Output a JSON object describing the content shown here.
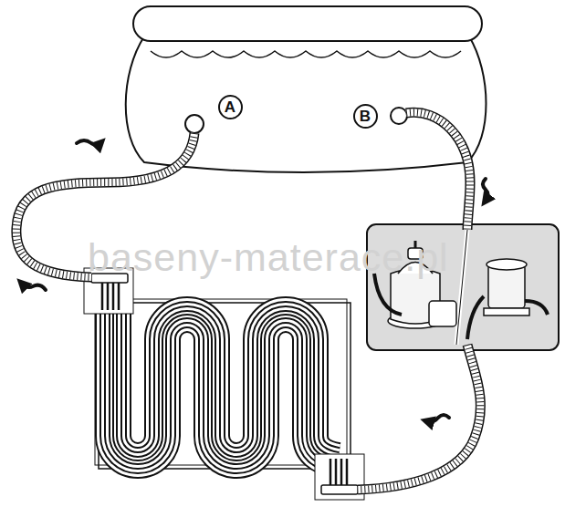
{
  "diagram": {
    "nodes": [
      {
        "text": [
          "A"
        ]
      },
      {
        "text": [
          "B"
        ]
      }
    ],
    "labels": [
      "baseny-materace.pl"
    ]
  }
}
